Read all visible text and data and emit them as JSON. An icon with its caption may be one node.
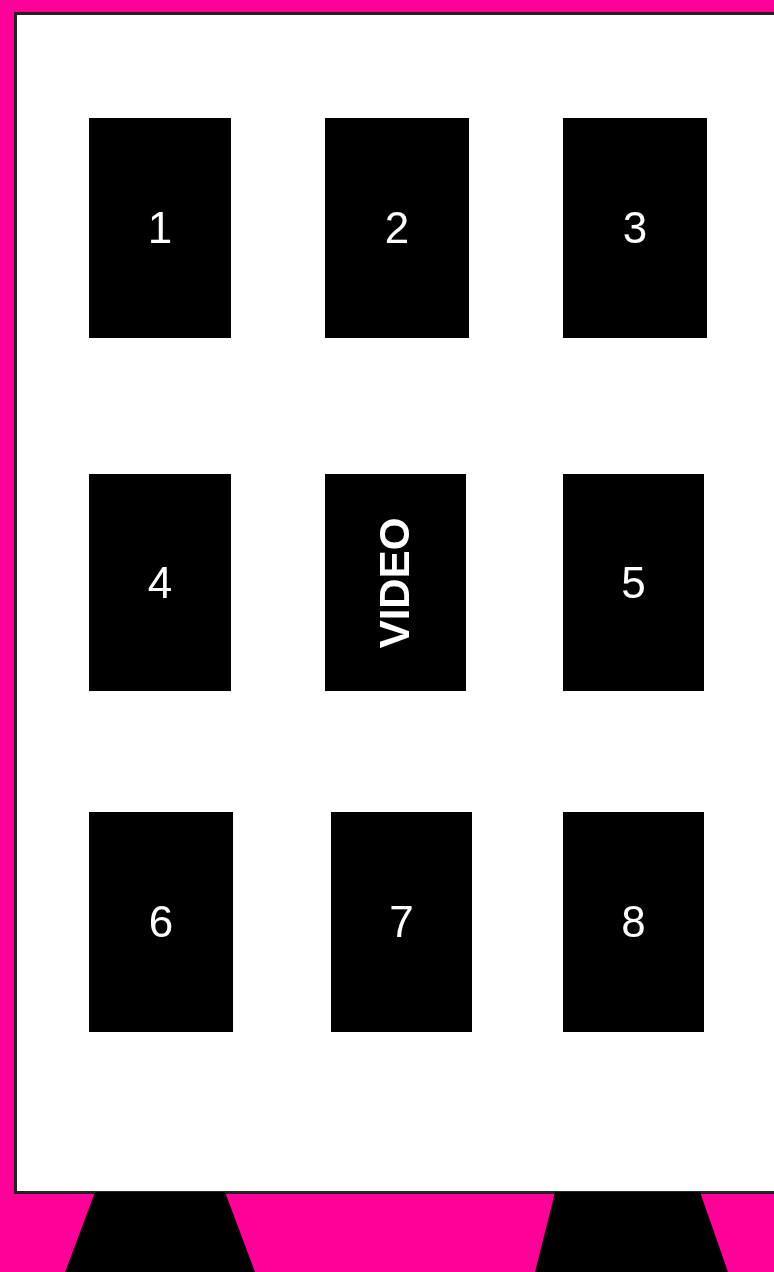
{
  "diagram": {
    "nodes": [
      {
        "text": [],
        "shape": "box"
      },
      {
        "text": [
          "1"
        ],
        "in": 0
      },
      {
        "text": [
          "2"
        ],
        "in": 0
      },
      {
        "text": [
          "3"
        ],
        "in": 0
      },
      {
        "text": [
          "4"
        ],
        "in": 0
      },
      {
        "text": [
          "VIDEO"
        ],
        "in": 0
      },
      {
        "text": [
          "5"
        ],
        "in": 0
      },
      {
        "text": [
          "6"
        ],
        "in": 0
      },
      {
        "text": [
          "7"
        ],
        "in": 0
      },
      {
        "text": [
          "8"
        ],
        "in": 0
      },
      {
        "text": [],
        "shape": "trapezoid"
      },
      {
        "text": [],
        "shape": "trapezoid"
      }
    ],
    "edges": []
  }
}
